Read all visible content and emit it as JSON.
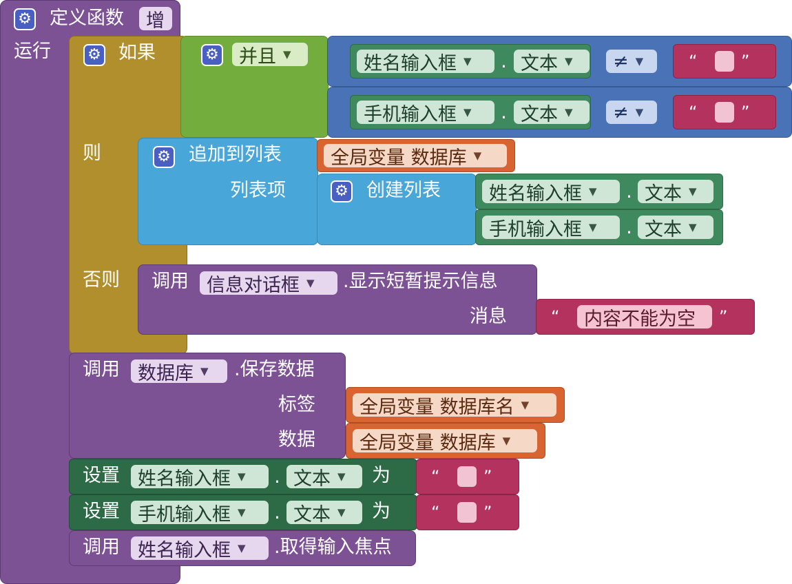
{
  "func": {
    "title": "定义函数",
    "name": "增",
    "run": "运行"
  },
  "if_block": {
    "if": "如果",
    "then": "则",
    "else": "否则"
  },
  "and_block": {
    "label": "并且"
  },
  "row1": {
    "component": "姓名输入框",
    "prop": "文本",
    "op": "≠"
  },
  "row2": {
    "component": "手机输入框",
    "prop": "文本",
    "op": "≠"
  },
  "append": {
    "label": "追加到列表",
    "var": "全局变量 数据库",
    "item_label": "列表项"
  },
  "create_list": {
    "label": "创建列表",
    "item1_component": "姓名输入框",
    "item1_prop": "文本",
    "item2_component": "手机输入框",
    "item2_prop": "文本"
  },
  "dialog": {
    "call": "调用",
    "component": "信息对话框",
    "method": ".显示短暂提示信息",
    "msg_label": "消息",
    "msg_text": "内容不能为空"
  },
  "save": {
    "call": "调用",
    "component": "数据库",
    "method": ".保存数据",
    "tag_label": "标签",
    "tag_var": "全局变量 数据库名",
    "data_label": "数据",
    "data_var": "全局变量 数据库"
  },
  "set1": {
    "set": "设置",
    "component": "姓名输入框",
    "prop": "文本",
    "to": "为"
  },
  "set2": {
    "set": "设置",
    "component": "手机输入框",
    "prop": "文本",
    "to": "为"
  },
  "focus": {
    "call": "调用",
    "component": "姓名输入框",
    "method": ".取得输入焦点"
  },
  "symbols": {
    "dot": ".",
    "open_quote": "“",
    "close_quote": "”",
    "dropdown": "▼",
    "gear": "⚙"
  }
}
